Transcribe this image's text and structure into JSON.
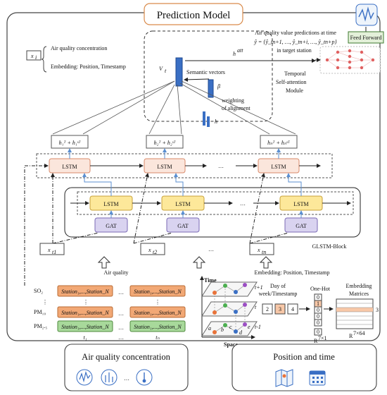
{
  "title": "Prediction Model",
  "legend": {
    "symbol": "x",
    "symbol_sub": "i",
    "line1": "Air quality concentration",
    "line2": "Embedding: Position, Timestamp"
  },
  "attention": {
    "v_label": "V",
    "v_sub": "t",
    "semantic": "Semantic vectors",
    "beta": "β",
    "weighting": "weighting",
    "of_alignment": "of alignment",
    "module_line1": "Temporal",
    "module_line2": "Self-attention",
    "module_line3": "Module",
    "h_tilde": "h",
    "h_out": "h",
    "h_out_sup": "att"
  },
  "prediction": {
    "line1": "Air quality value predictions at time",
    "formula": "ŷ = {ŷ_tn+1, …, ŷ_tn+i, …, ŷ_tn+p}",
    "line3": "in target station"
  },
  "feed_forward": "Feed Forward",
  "h_labels": [
    "h₁ᵀ + h₁ˢᵀ",
    "h₂ᵀ + h₂ˢᵀ",
    "hₙᵀ + hₙˢᵀ"
  ],
  "lstm_label": "LSTM",
  "gat_label": "GAT",
  "x_labels": [
    "x",
    "x",
    "x"
  ],
  "x_subs": [
    "t1",
    "t2",
    "tn"
  ],
  "ellipsis": "…",
  "glstm_block": "GLSTM-Block",
  "air_quality": "Air quality",
  "embedding_note": "Embedding: Position, Timestamp",
  "pollutants": [
    "SO₂",
    "PM₁₀",
    "PM₂.₅"
  ],
  "station_label": "Station₁,...,Station_N",
  "t_labels": [
    "t₁",
    "tₙ"
  ],
  "time_label": "Time",
  "space_label": "Space",
  "graph_nodes": [
    "a",
    "b",
    "c",
    "d",
    "e"
  ],
  "graph_layers": [
    "t+1",
    "t",
    "t-1"
  ],
  "day_of_week": [
    "Day of",
    "week/Timestamp"
  ],
  "day_values": [
    "2",
    "3",
    "4"
  ],
  "one_hot": "One-Hot",
  "one_hot_values": [
    "0",
    "1",
    "0",
    "0",
    "0",
    "0"
  ],
  "r7": "R",
  "r7_sup": "7×1",
  "embedding_matrices": [
    "Embedding",
    "Matrices"
  ],
  "r764": "R",
  "r764_sup": "7×64",
  "emb_value": "3",
  "bottom_left": "Air quality concentration",
  "bottom_right": "Position and time",
  "colors": {
    "lstm_top": "#fbe6dc",
    "lstm_mid": "#fde89a",
    "gat": "#d9d3f0",
    "station_orange": "#f2a875",
    "station_green": "#a8d99b",
    "feed_forward": "#e3f0d9",
    "arrow_blue": "#5b8fd1",
    "vec_blue": "#3a6fc4"
  }
}
